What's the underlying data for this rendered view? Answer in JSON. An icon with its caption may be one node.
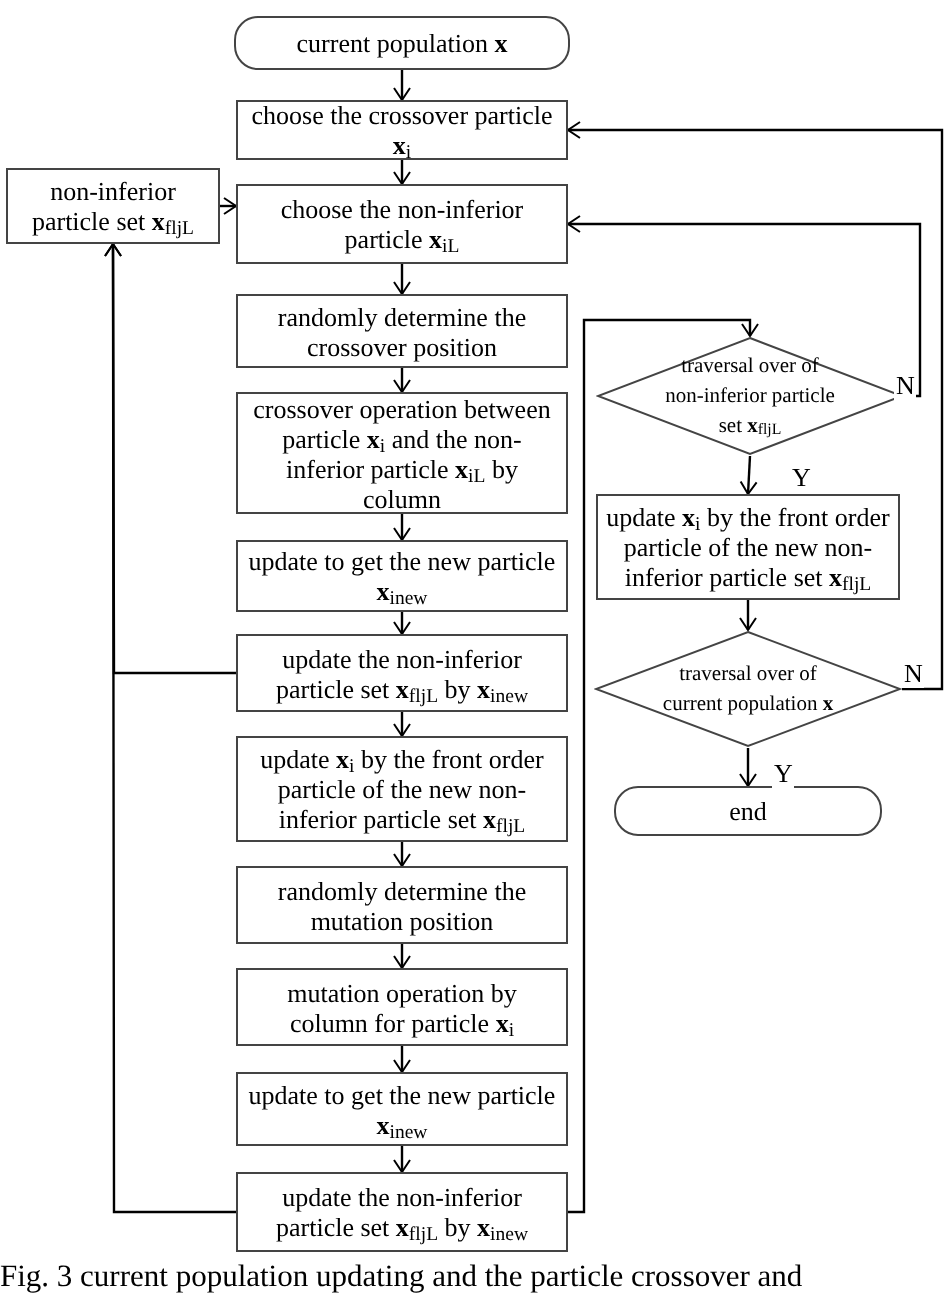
{
  "diagram": {
    "caption": "Fig. 3 current population updating and the particle crossover and",
    "nodes": [
      {
        "text": [
          "current population **x**"
        ]
      },
      {
        "text": [
          "choose the crossover particle **x**$_{i}$"
        ]
      },
      {
        "text": [
          "non-inferior particle set **x**$_{fljL}$"
        ]
      },
      {
        "text": [
          "choose the non-inferior particle **x**$_{iL}$"
        ]
      },
      {
        "text": [
          "randomly determine the crossover position"
        ]
      },
      {
        "text": [
          "crossover operation between particle **x**$_{i}$ and the non-inferior particle **x**$_{iL}$ by column"
        ]
      },
      {
        "text": [
          "update to get the new particle **x**$_{inew}$"
        ]
      },
      {
        "text": [
          "update the non-inferior particle set **x**$_{fljL}$ by **x**$_{inew}$"
        ]
      },
      {
        "text": [
          "update **x**$_{i}$ by the front order particle of the new non-inferior particle set **x**$_{fljL}$"
        ]
      },
      {
        "text": [
          "randomly determine the mutation position"
        ]
      },
      {
        "text": [
          "mutation operation by column for particle **x**$_{i}$"
        ]
      },
      {
        "text": [
          "update to get the new particle **x**$_{inew}$"
        ]
      },
      {
        "text": [
          "update the non-inferior particle set **x**$_{fljL}$ by **x**$_{inew}$"
        ]
      },
      {
        "text": [
          "traversal over of non-inferior particle set **x**$_{fljL}$"
        ]
      },
      {
        "text": [
          "update **x**$_{i}$ by the front order particle of the new non-inferior particle set **x**$_{fljL}$"
        ]
      },
      {
        "text": [
          "traversal over of current population **x**"
        ]
      },
      {
        "text": [
          "end"
        ]
      }
    ],
    "edges": [
      {
        "from": 0,
        "to": 1,
        "arrow": "to"
      },
      {
        "from": 1,
        "to": 3,
        "arrow": "to"
      },
      {
        "from": 2,
        "to": 3,
        "arrow": "to"
      },
      {
        "from": 3,
        "to": 4,
        "arrow": "to"
      },
      {
        "from": 4,
        "to": 5,
        "arrow": "to"
      },
      {
        "from": 5,
        "to": 6,
        "arrow": "to"
      },
      {
        "from": 6,
        "to": 7,
        "arrow": "to"
      },
      {
        "from": 7,
        "to": 8,
        "arrow": "to"
      },
      {
        "from": 8,
        "to": 9,
        "arrow": "to"
      },
      {
        "from": 9,
        "to": 10,
        "arrow": "to"
      },
      {
        "from": 10,
        "to": 11,
        "arrow": "to"
      },
      {
        "from": 11,
        "to": 12,
        "arrow": "to"
      },
      {
        "from": 7,
        "to": 2,
        "arrow": "to"
      },
      {
        "from": 12,
        "to": 2,
        "arrow": "to"
      },
      {
        "from": 12,
        "to": 13,
        "arrow": "to"
      },
      {
        "from": 13,
        "to": 3,
        "label": "N",
        "arrow": "to"
      },
      {
        "from": 13,
        "to": 14,
        "label": "Y",
        "arrow": "to"
      },
      {
        "from": 14,
        "to": 15,
        "arrow": "to"
      },
      {
        "from": 15,
        "to": 1,
        "label": "N",
        "arrow": "to"
      },
      {
        "from": 15,
        "to": 16,
        "label": "Y",
        "arrow": "to"
      }
    ]
  }
}
